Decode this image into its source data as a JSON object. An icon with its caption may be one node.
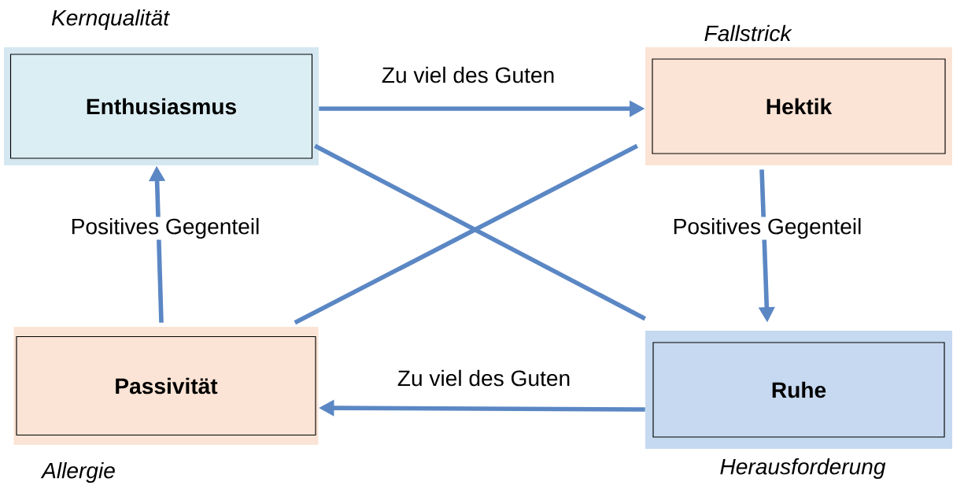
{
  "diagram": {
    "nodes": [
      {
        "text": [
          "Enthusiasmus"
        ],
        "beside": [
          "Kernqualität"
        ]
      },
      {
        "text": [
          "Hektik"
        ],
        "beside": [
          "Fallstrick"
        ]
      },
      {
        "text": [
          "Passivität"
        ],
        "beside": [
          "Allergie"
        ]
      },
      {
        "text": [
          "Ruhe"
        ],
        "beside": [
          "Herausforderung"
        ]
      }
    ],
    "edges": [
      {
        "from": 0,
        "to": 1,
        "arrow": "to",
        "label": "Zu viel des Guten"
      },
      {
        "from": 1,
        "to": 3,
        "arrow": "to",
        "label": "Positives Gegenteil"
      },
      {
        "from": 3,
        "to": 2,
        "arrow": "to",
        "label": "Zu viel des Guten"
      },
      {
        "from": 2,
        "to": 0,
        "arrow": "to",
        "label": "Positives Gegenteil"
      },
      {
        "from": 0,
        "to": 3,
        "arrow": "none"
      },
      {
        "from": 1,
        "to": 2,
        "arrow": "none"
      }
    ]
  }
}
